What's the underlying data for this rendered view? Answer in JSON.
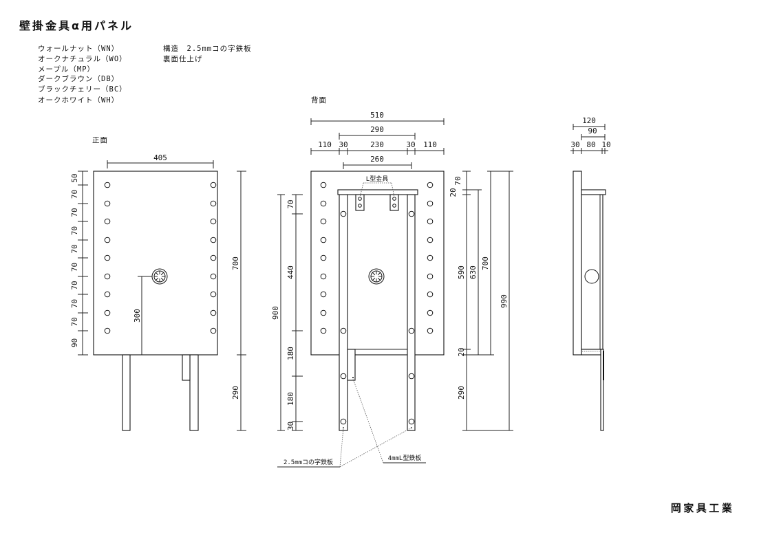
{
  "title": "壁掛金具α用パネル",
  "color_options": [
    "ウォールナット（WN）",
    "オークナチュラル（WO）",
    "メープル（MP）",
    "ダークブラウン（DB）",
    "ブラックチェリー（BC）",
    "オークホワイト（WH）"
  ],
  "spec": {
    "structure": "構造　2.5mmコの字鉄板",
    "finish": "裏面仕上げ"
  },
  "front_view": {
    "label": "正面",
    "width": "405",
    "height": "700",
    "leg_length": "290",
    "hub_height": "300",
    "hole_pitch": [
      "50",
      "70",
      "70",
      "70",
      "70",
      "70",
      "70",
      "70",
      "70",
      "90"
    ]
  },
  "back_view": {
    "label": "背面",
    "overall_width": "510",
    "frame_width": "290",
    "width_chain": [
      "110",
      "30",
      "230",
      "30",
      "110"
    ],
    "bar_pitch": "260",
    "bracket_label": "L型金具",
    "left_chain": [
      "70",
      "440",
      "180",
      "180",
      "30"
    ],
    "frame_height": "900",
    "top_offset": "70",
    "frame_top_gap": "20",
    "frame_inner": "590",
    "frame_bottom_gap": "20",
    "frame_outer": "630",
    "panel_height": "700",
    "overall_height": "990",
    "leg_length": "290",
    "channel_note": "2.5mmコの字鉄板",
    "angle_note": "4mmL型鉄板"
  },
  "side_view": {
    "depth": "120",
    "frame_depth": "90",
    "depth_chain": [
      "30",
      "80",
      "10"
    ]
  },
  "company": "岡家具工業"
}
